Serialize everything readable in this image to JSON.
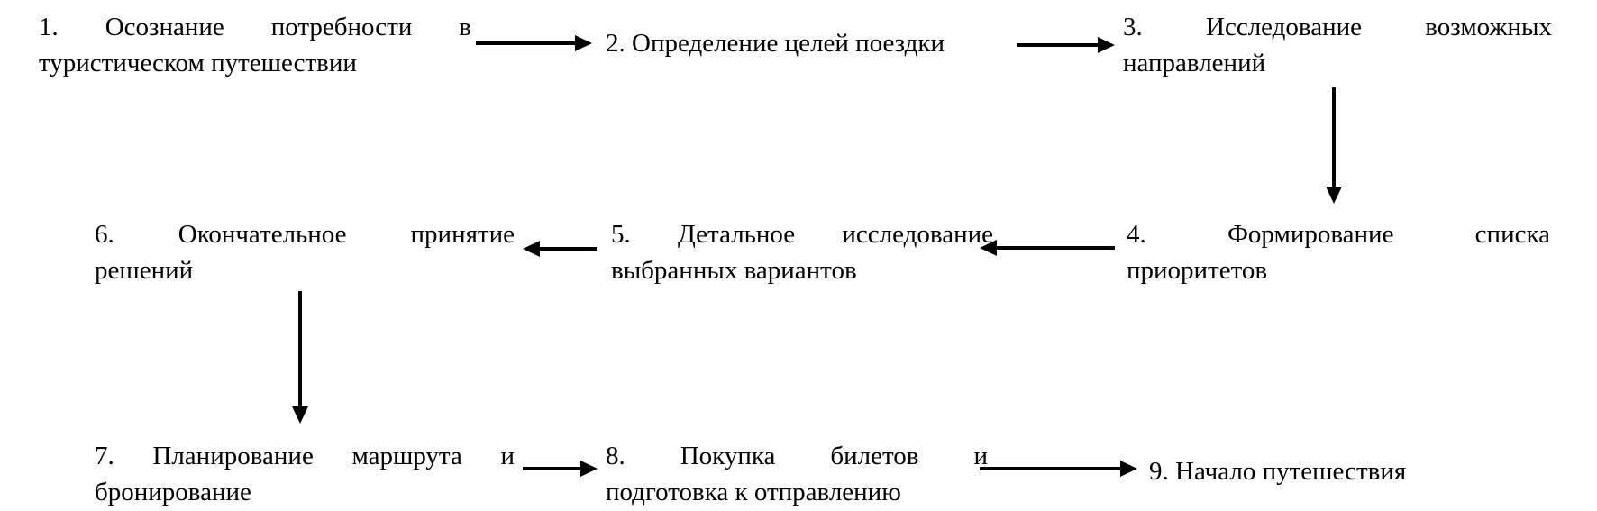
{
  "flowchart": {
    "description": "Nine-step tourist trip decision process flowchart, boustrophedon layout (row 1 left-to-right, row 2 right-to-left, row 3 left-to-right)",
    "colors": {
      "background": "#ffffff",
      "text": "#000000",
      "arrow": "#000000"
    },
    "steps": [
      {
        "num": "1",
        "lines": [
          "1. Осознание потребности в",
          "туристическом путешествии"
        ],
        "full": "1. Осознание потребности в туристическом путешествии"
      },
      {
        "num": "2",
        "lines": [
          "2. Определение целей поездки"
        ],
        "full": "2. Определение целей поездки"
      },
      {
        "num": "3",
        "lines": [
          "3. Исследование возможных",
          "направлений"
        ],
        "full": "3. Исследование возможных направлений"
      },
      {
        "num": "4",
        "lines": [
          "4. Формирование списка",
          "приоритетов"
        ],
        "full": "4. Формирование списка приоритетов"
      },
      {
        "num": "5",
        "lines": [
          "5. Детальное исследование",
          "выбранных вариантов"
        ],
        "full": "5. Детальное исследование выбранных вариантов"
      },
      {
        "num": "6",
        "lines": [
          "6. Окончательное принятие",
          "решений"
        ],
        "full": "6. Окончательное принятие решений"
      },
      {
        "num": "7",
        "lines": [
          "7. Планирование маршрута и",
          "бронирование"
        ],
        "full": "7. Планирование маршрута и бронирование"
      },
      {
        "num": "8",
        "lines": [
          "8. Покупка билетов и",
          "подготовка к отправлению"
        ],
        "full": "8. Покупка билетов и подготовка к отправлению"
      },
      {
        "num": "9",
        "lines": [
          "9. Начало путешествия"
        ],
        "full": "9. Начало путешествия"
      }
    ],
    "edges": [
      {
        "from": "1",
        "to": "2",
        "direction": "right"
      },
      {
        "from": "2",
        "to": "3",
        "direction": "right"
      },
      {
        "from": "3",
        "to": "4",
        "direction": "down"
      },
      {
        "from": "4",
        "to": "5",
        "direction": "left"
      },
      {
        "from": "5",
        "to": "6",
        "direction": "left"
      },
      {
        "from": "6",
        "to": "7",
        "direction": "down"
      },
      {
        "from": "7",
        "to": "8",
        "direction": "right"
      },
      {
        "from": "8",
        "to": "9",
        "direction": "right"
      }
    ]
  }
}
